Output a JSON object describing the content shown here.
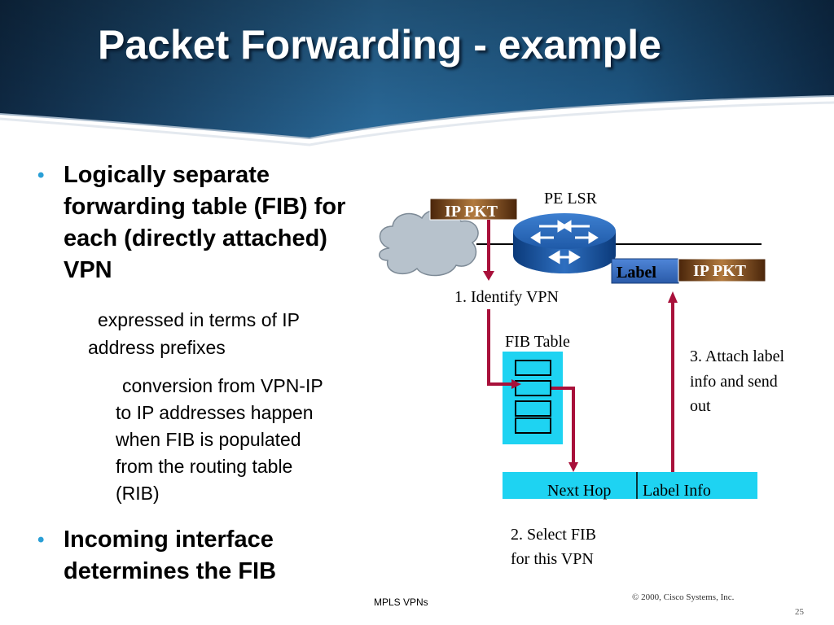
{
  "slide": {
    "title": "Packet Forwarding - example",
    "bullets": {
      "b1": [
        "Logically separate",
        "forwarding table (FIB) for",
        "each (directly attached)",
        "VPN"
      ],
      "b2": [
        "expressed in terms of IP",
        "address prefixes"
      ],
      "b3": [
        "conversion from VPN-IP",
        "to IP addresses happen",
        "when FIB is populated",
        "from the routing table",
        "(RIB)"
      ],
      "b4": [
        "Incoming interface",
        "determines the FIB"
      ]
    },
    "footer_left": "MPLS VPNs",
    "footer_right": "© 2000, Cisco Systems, Inc.",
    "page_number": "25"
  },
  "diagram": {
    "router_label": "PE LSR",
    "incoming_packet": "IP PKT",
    "outgoing_label": "Label",
    "outgoing_packet": "IP PKT",
    "step1": "1. Identify VPN",
    "fib_table": "FIB Table",
    "step3": [
      "3. Attach label",
      "info and send",
      "out"
    ],
    "next_hop": "Next Hop",
    "label_info": "Label Info",
    "step2": [
      "2. Select FIB",
      "for this VPN"
    ]
  },
  "colors": {
    "cyan": "#1ed3f2",
    "arrow": "#a8103a",
    "label_box": "#3a6fc4",
    "pkt_box": "#6b3a12"
  }
}
